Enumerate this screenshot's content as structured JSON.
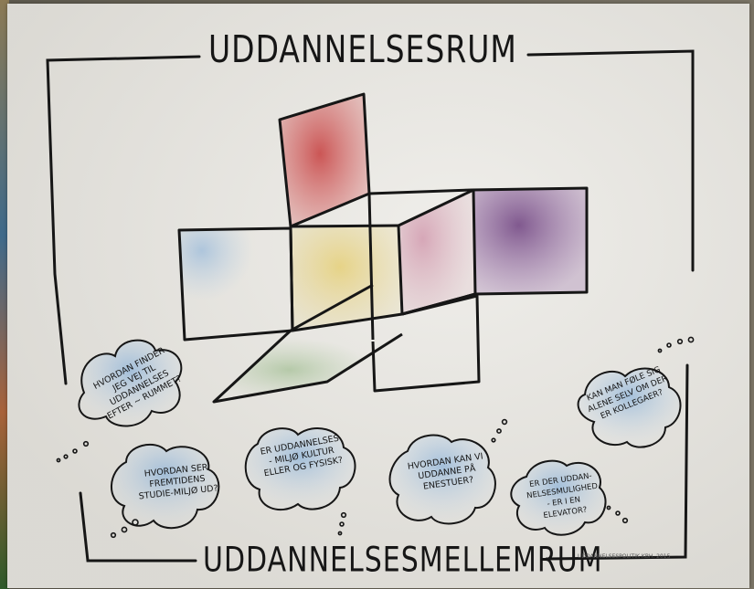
{
  "poster": {
    "title_top": "UDDANNELSESRUM",
    "title_bottom": "UDDANNELSESMELLEMRUM",
    "credit": "UDDANNELSESPOLITIK KBH. 2015"
  },
  "questions": [
    "HVORDAN FINDER JEG VEJ TIL UDDANNELSES EFTER ~ RUMMET?",
    "HVORDAN SER FREMTIDENS STUDIE-MILJØ UD?",
    "ER UDDANNELSES - MILJØ KULTUR ELLER OG FYSISK?",
    "HVORDAN KAN VI UDDANNE PÅ ENESTUER?",
    "ER DER UDDAN-NELSESMULIGHED - ER I EN ELEVATOR?",
    "KAN MAN FØLE SIG ALENE SELV OM DER ER KOLLEGAER?"
  ],
  "colors": {
    "ink": "#161616",
    "paper": "#e7e5df",
    "red_panel": "#c94848",
    "purple_panel": "#7b4f8a",
    "pink_panel": "#c6879c",
    "yellow_panel": "#e0c34a",
    "blue_panel": "#6fa0d2",
    "green_panel": "#7fa86a"
  }
}
